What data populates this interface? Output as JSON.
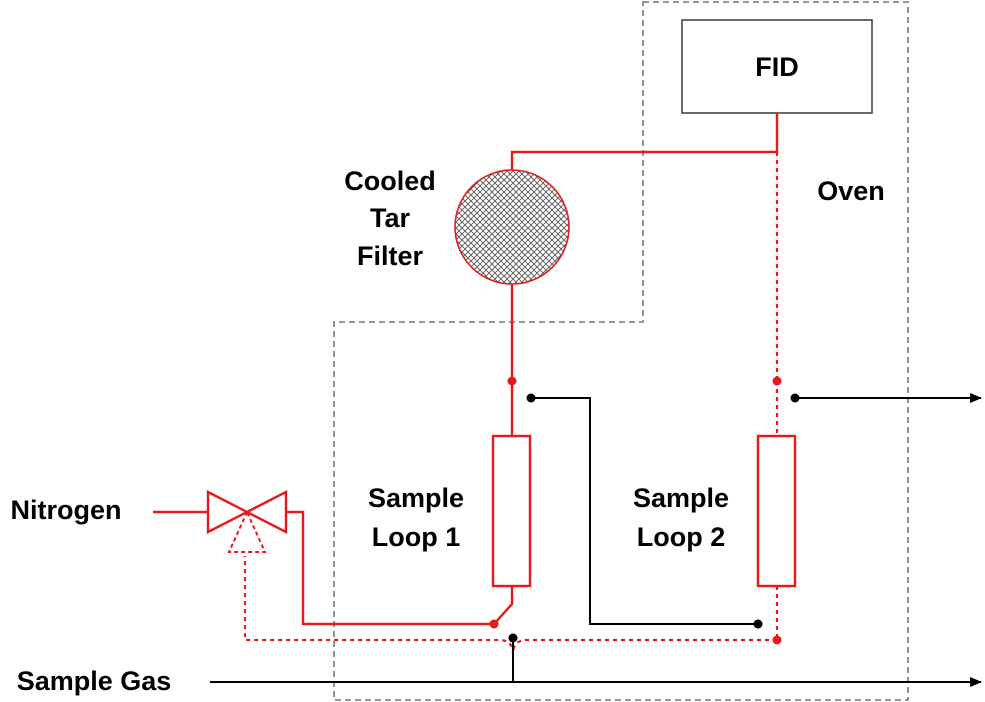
{
  "labels": {
    "fid": "FID",
    "oven": "Oven",
    "filter_line1": "Cooled",
    "filter_line2": "Tar",
    "filter_line3": "Filter",
    "loop1_line1": "Sample",
    "loop1_line2": "Loop 1",
    "loop2_line1": "Sample",
    "loop2_line2": "Loop 2",
    "nitrogen": "Nitrogen",
    "sample_gas": "Sample Gas"
  },
  "colors": {
    "active_line": "#e31b1b",
    "passive_line": "#000000",
    "oven_boundary": "#777777",
    "filter_hatch": "#555555"
  }
}
